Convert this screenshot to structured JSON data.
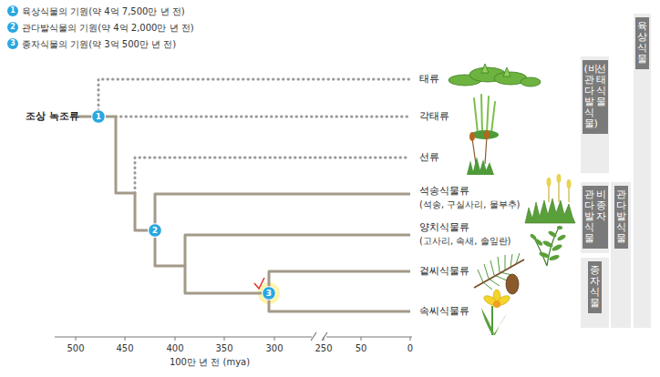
{
  "diagram": {
    "nodes": [
      {
        "text": [
          "1"
        ]
      },
      {
        "text": [
          "2"
        ]
      },
      {
        "text": [
          "3"
        ]
      },
      {
        "text": [
          "선태식물",
          "(비관다발식물)"
        ]
      },
      {
        "text": [
          "비종자",
          "관다발식물"
        ]
      },
      {
        "text": [
          "종자식물"
        ]
      },
      {
        "text": [
          "관다발식물"
        ]
      },
      {
        "text": [
          "육상식물"
        ]
      }
    ],
    "edges": [
      {
        "from": 0,
        "to": 1,
        "arrow": "none"
      },
      {
        "from": 1,
        "to": 2,
        "arrow": "none"
      }
    ],
    "labels": [
      "조상 녹조류",
      "태류",
      "각태류",
      "선류",
      "석송식물류",
      "(석송, 구실사리, 물부추)",
      "양치식물류",
      "(고사리, 속새, 솔잎란)",
      "겉씨식물류",
      "속씨식물류",
      "500",
      "450",
      "400",
      "350",
      "300",
      "250",
      "50",
      "0",
      "100만 년 전 (mya)",
      "1",
      "2",
      "3"
    ],
    "legend": [
      {
        "text": "육상식물의 기원(약 4억 7,500만 년 전)"
      },
      {
        "text": "관다발식물의 기원(약 4억 2,000만 년 전)"
      },
      {
        "text": "종자식물의 기원(약 3억 500만 년 전)"
      }
    ]
  }
}
